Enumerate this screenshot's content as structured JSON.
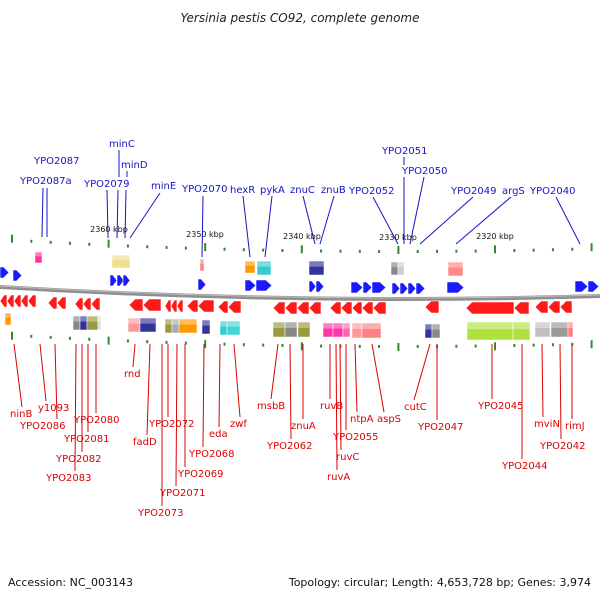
{
  "title": "Yersinia pestis CO92, complete genome",
  "scale_labels": [
    "2360 kbp",
    "2350 kbp",
    "2340 kbp",
    "2330 kbp",
    "2320 kbp"
  ],
  "forward_genes": [
    "YPO2087",
    "YPO2087a",
    "minC",
    "minD",
    "YPO2079",
    "minE",
    "YPO2070",
    "hexR",
    "pykA",
    "znuC",
    "znuB",
    "YPO2052",
    "YPO2051",
    "YPO2050",
    "YPO2049",
    "argS",
    "YPO2040"
  ],
  "reverse_genes": [
    "ninB",
    "y1093",
    "YPO2086",
    "YPO2080",
    "YPO2081",
    "YPO2082",
    "YPO2083",
    "rnd",
    "fadD",
    "YPO2072",
    "YPO2073",
    "YPO2071",
    "YPO2069",
    "YPO2068",
    "eda",
    "zwf",
    "msbB",
    "YPO2062",
    "znuA",
    "ruvB",
    "YPO2055",
    "ruvC",
    "ruvA",
    "ntpA",
    "aspS",
    "cutC",
    "YPO2047",
    "YPO2045",
    "YPO2044",
    "mviN",
    "YPO2042",
    "rimJ"
  ],
  "footer": {
    "accession": "Accession: NC_003143",
    "summary": "Topology: circular; Length: 4,653,728 bp; Genes: 3,974"
  },
  "colors": {
    "forward_strand": "#1a1aff",
    "reverse_strand": "#ff1a1a",
    "backbone": "#8f8f8f",
    "scale_ticks": "#2e8b2e",
    "forward_label": "#1414c8",
    "reverse_label": "#dd0000"
  }
}
